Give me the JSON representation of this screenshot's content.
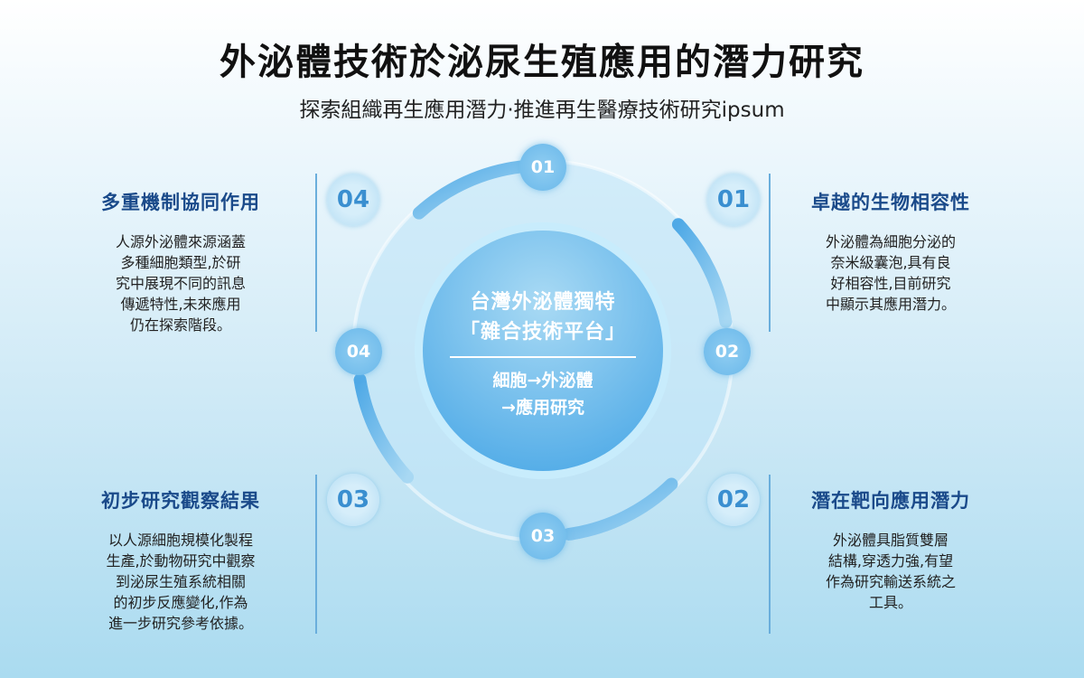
{
  "header": {
    "title": "外泌體技術於泌尿生殖應用的潛力研究",
    "subtitle": "探索組織再生應用潛力·推進再生醫療技術研究ipsum"
  },
  "center": {
    "title_line1": "台灣外泌體獨特",
    "title_line2": "「雜合技術平台」",
    "flow_line1": "細胞→外泌體",
    "flow_line2": "→應用研究"
  },
  "ring_nodes": [
    "01",
    "02",
    "03",
    "04"
  ],
  "panels": [
    {
      "number": "01",
      "title": "卓越的生物相容性",
      "lines": [
        "外泌體為細胞分泌的",
        "奈米級囊泡,具有良",
        "好相容性,目前研究",
        "中顯示其應用潛力。"
      ]
    },
    {
      "number": "02",
      "title": "潛在靶向應用潛力",
      "lines": [
        "外泌體具脂質雙層",
        "結構,穿透力強,有望",
        "作為研究輸送系統之",
        "工具。"
      ]
    },
    {
      "number": "03",
      "title": "初步研究觀察結果",
      "lines": [
        "以人源細胞規模化製程",
        "生產,於動物研究中觀察",
        "到泌尿生殖系統相關",
        "的初步反應變化,作為",
        "進一步研究參考依據。"
      ]
    },
    {
      "number": "04",
      "title": "多重機制協同作用",
      "lines": [
        "人源外泌體來源涵蓋",
        "多種細胞類型,於研",
        "究中展現不同的訊息",
        "傳遞特性,未來應用",
        "仍在探索階段。"
      ]
    }
  ],
  "colors": {
    "accent": "#5ab0e8",
    "title_blue": "#1a4a8a"
  }
}
